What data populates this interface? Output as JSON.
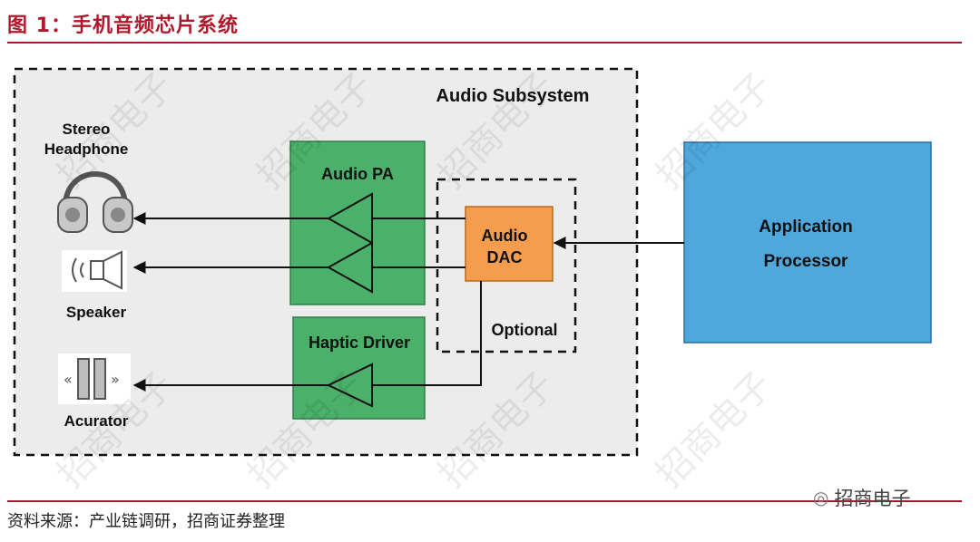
{
  "title": "图 1：手机音频芯片系统",
  "source": "资料来源：产业链调研，招商证券整理",
  "brand": "招商电子",
  "watermark": "招商电子",
  "diagram": {
    "subsystem_label": "Audio Subsystem",
    "audio_pa": "Audio PA",
    "haptic_driver": "Haptic Driver",
    "dac_line1": "Audio",
    "dac_line2": "DAC",
    "optional": "Optional",
    "ap_line1": "Application",
    "ap_line2": "Processor",
    "headphone_line1": "Stereo",
    "headphone_line2": "Headphone",
    "speaker": "Speaker",
    "actuator": "Acurator"
  },
  "colors": {
    "title_red": "#b0192b",
    "pa_green": "#4bb06a",
    "dac_orange": "#f59d4e",
    "ap_blue": "#4fa8dc",
    "subsystem_bg": "#ececec"
  }
}
